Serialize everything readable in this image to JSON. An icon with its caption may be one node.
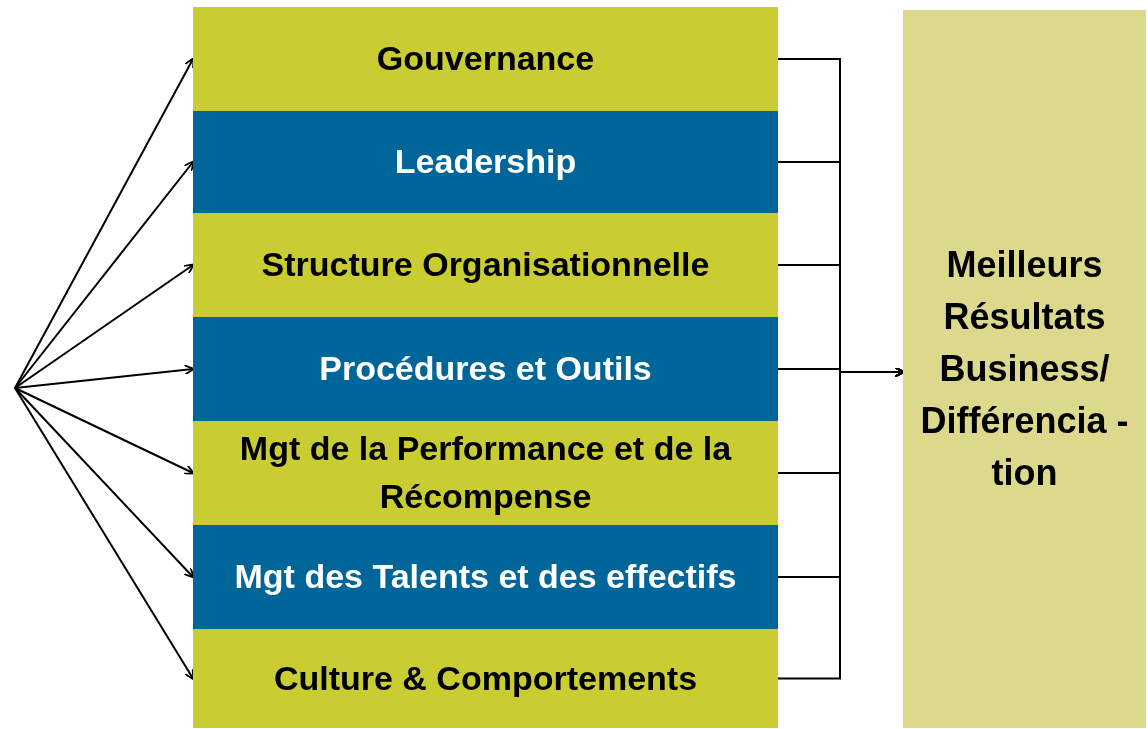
{
  "diagram": {
    "nodes": [
      {
        "text": [
          "Gouvernance"
        ]
      },
      {
        "text": [
          "Leadership"
        ]
      },
      {
        "text": [
          "Structure Organisationnelle"
        ]
      },
      {
        "text": [
          "Procédures et Outils"
        ]
      },
      {
        "text": [
          "Mgt de la Performance et de la Récompense"
        ]
      },
      {
        "text": [
          "Mgt des Talents et des effectifs"
        ]
      },
      {
        "text": [
          "Culture & Comportements"
        ]
      },
      {
        "text": [
          "Meilleurs Résultats Business/ Différencia -tion"
        ]
      }
    ],
    "edges": [
      {
        "from": null,
        "to": 0,
        "arrow": "to"
      },
      {
        "from": null,
        "to": 1,
        "arrow": "to"
      },
      {
        "from": null,
        "to": 2,
        "arrow": "to"
      },
      {
        "from": null,
        "to": 3,
        "arrow": "to"
      },
      {
        "from": null,
        "to": 4,
        "arrow": "to"
      },
      {
        "from": null,
        "to": 5,
        "arrow": "to"
      },
      {
        "from": null,
        "to": 6,
        "arrow": "to"
      },
      {
        "from": 0,
        "to": 7,
        "arrow": "to"
      },
      {
        "from": 1,
        "to": 7,
        "arrow": "to"
      },
      {
        "from": 2,
        "to": 7,
        "arrow": "to"
      },
      {
        "from": 3,
        "to": 7,
        "arrow": "to"
      },
      {
        "from": 4,
        "to": 7,
        "arrow": "to"
      },
      {
        "from": 5,
        "to": 7,
        "arrow": "to"
      },
      {
        "from": 6,
        "to": 7,
        "arrow": "to"
      }
    ]
  }
}
